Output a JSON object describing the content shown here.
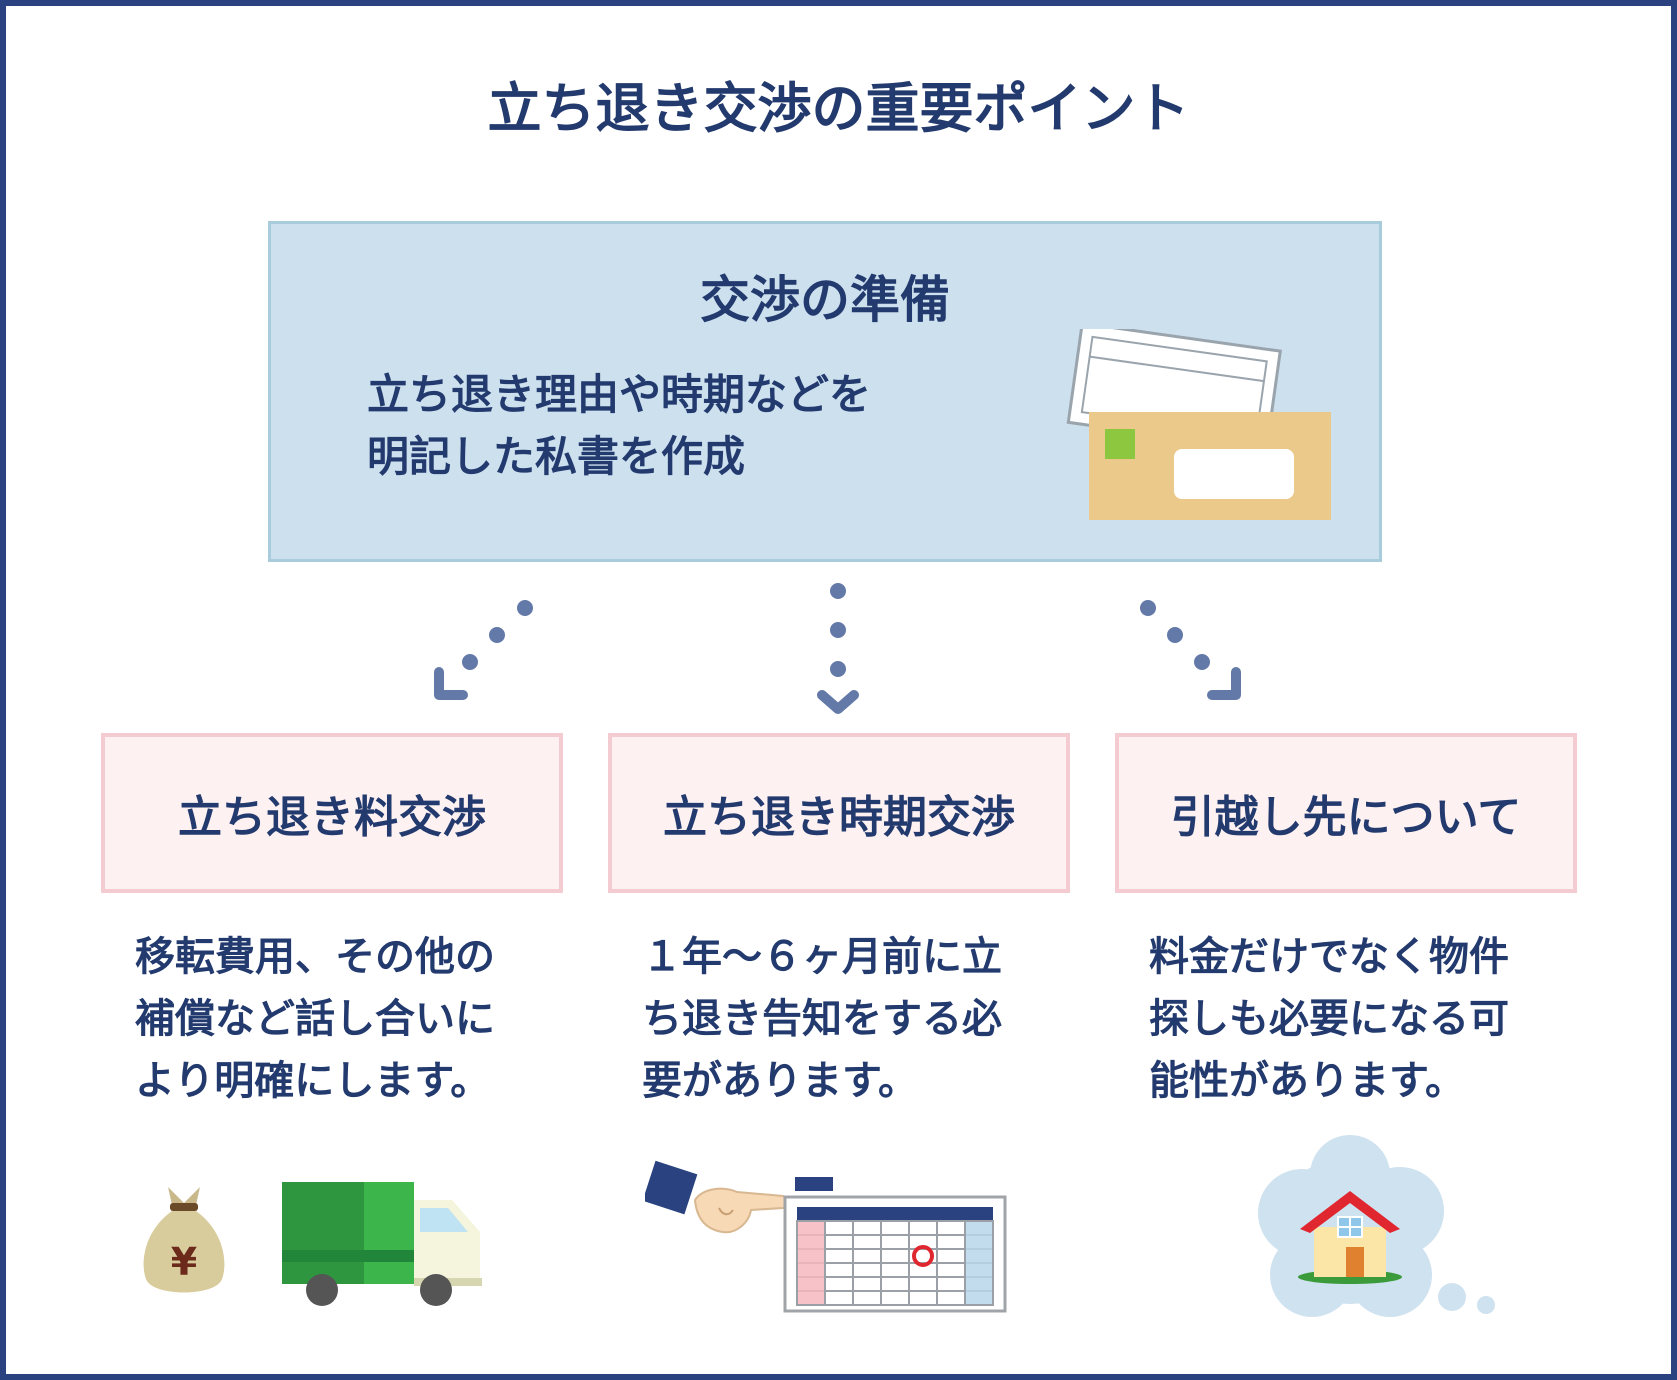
{
  "title": "立ち退き交渉の重要ポイント",
  "preparation": {
    "heading": "交渉の準備",
    "description_lines": [
      "立ち退き理由や時期などを",
      "明記した私書を作成"
    ]
  },
  "topics": [
    {
      "heading": "立ち退き料交渉",
      "description_lines": [
        "移転費用、その他の",
        "補償など話し合いに",
        "より明確にします。"
      ],
      "illustration": "money-bag-and-truck"
    },
    {
      "heading": "立ち退き時期交渉",
      "description_lines": [
        "１年〜６ヶ月前に立",
        "ち退き告知をする必",
        "要があります。"
      ],
      "illustration": "pointing-hand-and-calendar"
    },
    {
      "heading": "引越し先について",
      "description_lines": [
        "料金だけでなく物件",
        "探しも必要になる可",
        "能性があります。"
      ],
      "illustration": "house-in-thought-bubble"
    }
  ],
  "money_bag_symbol": "¥",
  "colors": {
    "frame": "#2a4380",
    "text": "#233a6e",
    "prep_box": "#cce0ee",
    "topic_box": "#fdf1f2",
    "topic_border": "#f4cbd0",
    "arrow_dots": "#6379a8"
  }
}
